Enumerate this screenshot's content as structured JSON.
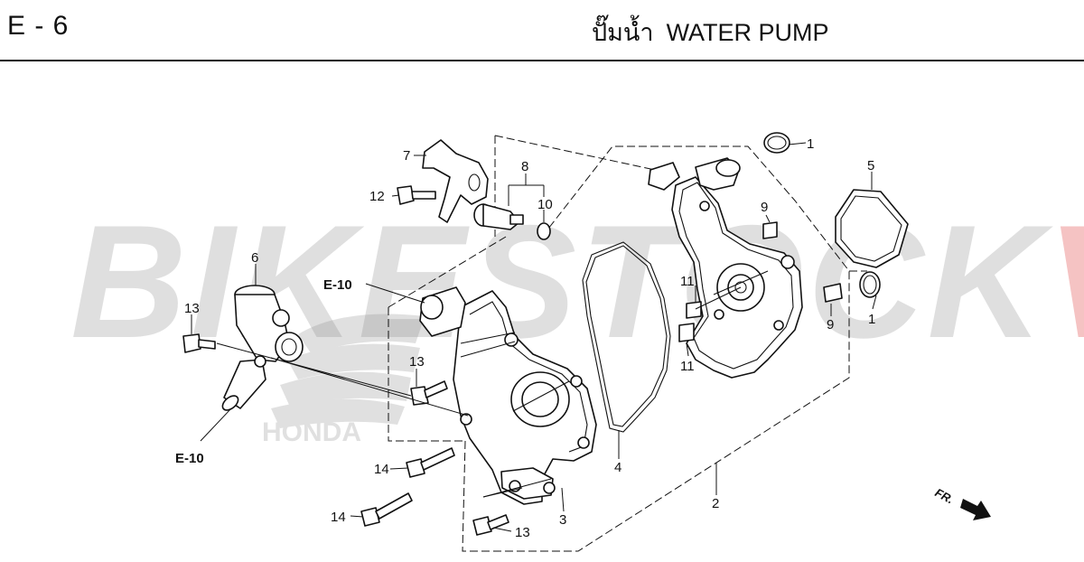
{
  "header": {
    "page_code": "E - 6",
    "title_thai": "ปั๊มน้ำ",
    "title_en": "WATER PUMP"
  },
  "watermark": {
    "text_a": "BIKESTOCK",
    "text_b": "VN",
    "color_a": "#9a9a9a",
    "color_b": "#dc2828"
  },
  "diagram": {
    "callouts": {
      "c1a": "1",
      "c1b": "1",
      "c2": "2",
      "c3": "3",
      "c4": "4",
      "c5": "5",
      "c6": "6",
      "c7": "7",
      "c8": "8",
      "c9a": "9",
      "c9b": "9",
      "c10": "10",
      "c11a": "11",
      "c11b": "11",
      "c12": "12",
      "c13a": "13",
      "c13b": "13",
      "c13c": "13",
      "c14a": "14",
      "c14b": "14"
    },
    "refs": {
      "e10_top": "E-10",
      "e10_bottom": "E-10"
    },
    "direction": "FR."
  }
}
